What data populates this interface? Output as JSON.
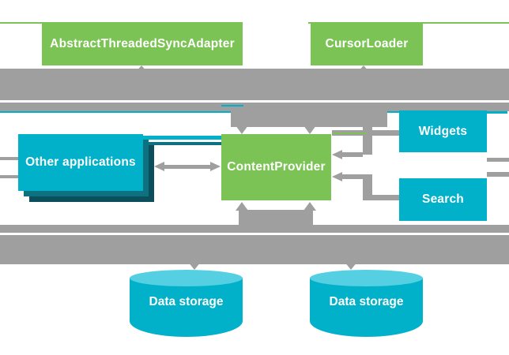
{
  "diagram_subject": "Android ContentProvider architecture",
  "colors": {
    "green": "#7bc354",
    "teal": "#00b1c9",
    "teal_dark": "#0e7180",
    "teal_darker": "#0a4f5b",
    "teal_light": "#55d0e2",
    "arrow_gray": "#9f9f9f",
    "background": "#ffffff",
    "label_text": "#ffffff"
  },
  "nodes": {
    "abstract_threaded_sync_adapter": {
      "label": "AbstractThreadedSyncAdapter",
      "shape": "rect",
      "color": "green"
    },
    "cursor_loader": {
      "label": "CursorLoader",
      "shape": "rect",
      "color": "green"
    },
    "content_provider": {
      "label": "ContentProvider",
      "shape": "rect",
      "color": "green"
    },
    "other_applications": {
      "label": "Other applications",
      "shape": "stacked-rect",
      "color": "teal"
    },
    "widgets": {
      "label": "Widgets",
      "shape": "rect",
      "color": "teal"
    },
    "search": {
      "label": "Search",
      "shape": "rect",
      "color": "teal"
    },
    "data_storage_left": {
      "label": "Data storage",
      "shape": "cylinder",
      "color": "teal"
    },
    "data_storage_right": {
      "label": "Data storage",
      "shape": "cylinder",
      "color": "teal"
    }
  },
  "edges": [
    {
      "from": "ContentProvider",
      "to": "AbstractThreadedSyncAdapter",
      "bidirectional": false
    },
    {
      "from": "ContentProvider",
      "to": "CursorLoader",
      "bidirectional": false
    },
    {
      "from": "Other applications",
      "to": "ContentProvider",
      "bidirectional": true
    },
    {
      "from": "Widgets",
      "to": "ContentProvider",
      "bidirectional": false
    },
    {
      "from": "Search",
      "to": "ContentProvider",
      "bidirectional": false
    },
    {
      "from": "ContentProvider",
      "to": "Data storage",
      "bidirectional": true
    },
    {
      "from": "ContentProvider",
      "to": "Data storage",
      "bidirectional": true
    }
  ]
}
